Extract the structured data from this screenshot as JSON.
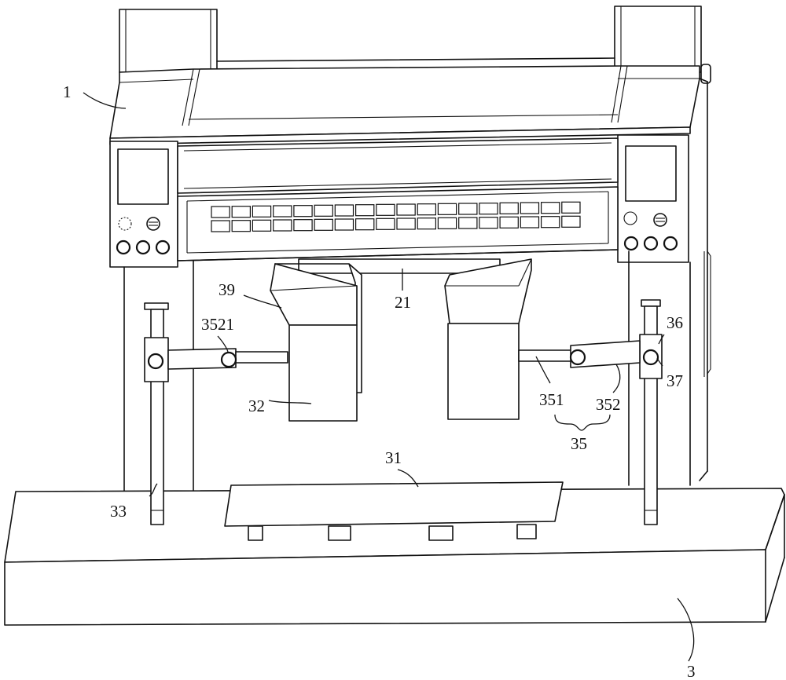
{
  "labels": {
    "frame": "1",
    "base": "3",
    "shelf": "21",
    "platform": "31",
    "block": "32",
    "post": "33",
    "arm_group": "35",
    "sleeve": "36",
    "screw": "37",
    "hopper": "39",
    "arm_inner": "351",
    "arm_outer": "352",
    "arm_knob": "3521"
  }
}
